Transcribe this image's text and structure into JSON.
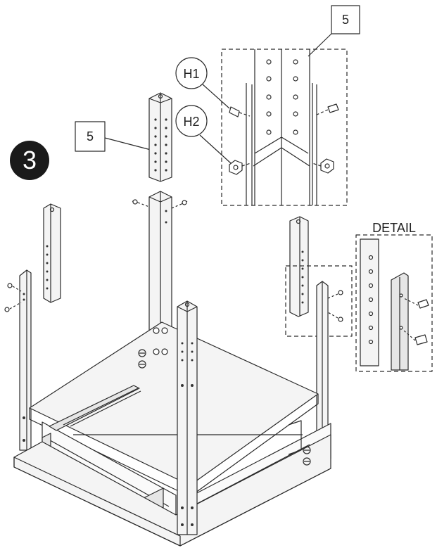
{
  "step": {
    "number": "3"
  },
  "callouts": [
    {
      "label": "5"
    },
    {
      "label": "5"
    }
  ],
  "hardware": [
    {
      "label": "H1"
    },
    {
      "label": "H2"
    }
  ],
  "detail": {
    "label": "DETAIL"
  },
  "colors": {
    "line": "#2a2a2a",
    "fill_light": "#f4f4f4",
    "fill_mid": "#e6e6e6",
    "badge": "#1a1a1a"
  }
}
